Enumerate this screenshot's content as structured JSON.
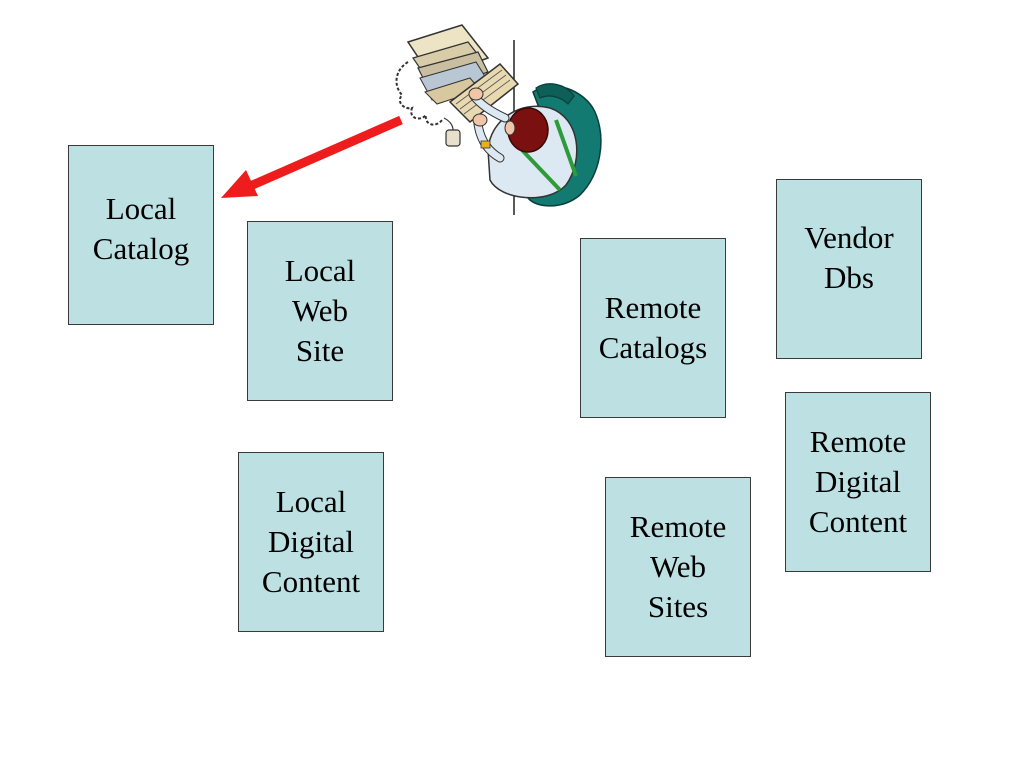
{
  "diagram": {
    "boxes": [
      {
        "id": "local-catalog",
        "label": "Local\nCatalog"
      },
      {
        "id": "local-web-site",
        "label": "Local\nWeb\nSite"
      },
      {
        "id": "local-digital-content",
        "label": "Local\nDigital\nContent"
      },
      {
        "id": "remote-catalogs",
        "label": "Remote\nCatalogs"
      },
      {
        "id": "vendor-dbs",
        "label": "Vendor\nDbs"
      },
      {
        "id": "remote-digital-content",
        "label": "Remote\nDigital\nContent"
      },
      {
        "id": "remote-web-sites",
        "label": "Remote\nWeb\nSites"
      }
    ],
    "arrow": {
      "from": "user-at-computer",
      "to": "local-catalog",
      "color": "#ee1c1c"
    },
    "colors": {
      "box_fill": "#bde0e3",
      "box_border": "#3a3a3a",
      "arrow": "#ee1c1c"
    },
    "icons": [
      "user-at-computer-icon"
    ]
  }
}
